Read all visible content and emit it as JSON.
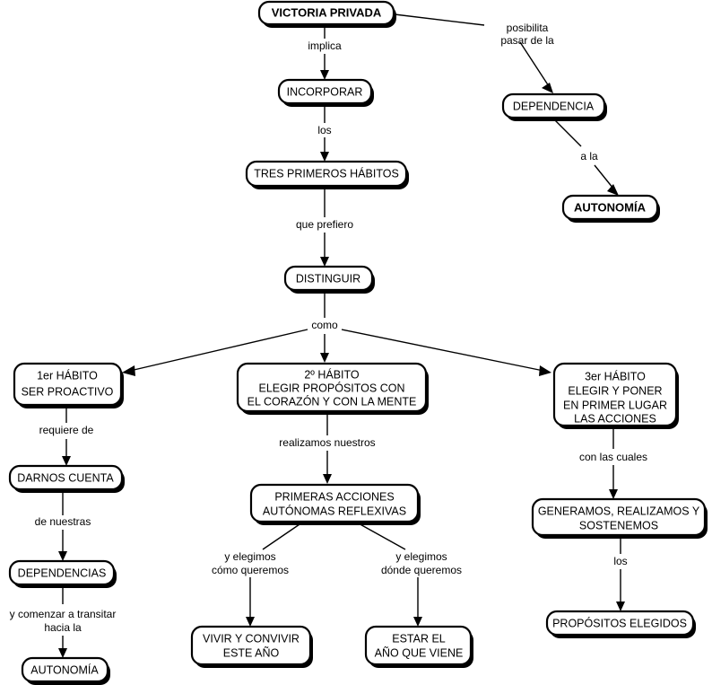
{
  "diagram": {
    "title": "VICTORIA PRIVADA",
    "type": "concept-map",
    "language": "es",
    "colors": {
      "background": "#ffffff",
      "stroke": "#000000",
      "text": "#000000",
      "box_fill": "#ffffff"
    }
  },
  "nodes": {
    "victoria_privada": {
      "label": "VICTORIA PRIVADA",
      "bold": true
    },
    "incorporar": {
      "label": "INCORPORAR",
      "bold": false
    },
    "tres_primeros_habitos": {
      "label": "TRES PRIMEROS HÁBITOS",
      "bold": false
    },
    "distinguir": {
      "label": "DISTINGUIR",
      "bold": false
    },
    "dependencia": {
      "label": "DEPENDENCIA",
      "bold": false
    },
    "autonomia_derecha": {
      "label": "AUTONOMÍA",
      "bold": true
    },
    "habito1_linea1": {
      "label": "1er HÁBITO"
    },
    "habito1_linea2": {
      "label": "SER PROACTIVO"
    },
    "habito2_linea1": {
      "label": "2º HÁBITO"
    },
    "habito2_linea2": {
      "label": "ELEGIR  PROPÓSITOS CON"
    },
    "habito2_linea3": {
      "label": "EL CORAZÓN Y CON LA MENTE"
    },
    "habito3_linea1": {
      "label": "3er HÁBITO"
    },
    "habito3_linea2": {
      "label": "ELEGIR Y PONER"
    },
    "habito3_linea3": {
      "label": "EN PRIMER LUGAR"
    },
    "habito3_linea4": {
      "label": "LAS ACCIONES"
    },
    "darnos_cuenta": {
      "label": "DARNOS CUENTA"
    },
    "dependencias": {
      "label": "DEPENDENCIAS"
    },
    "autonomia_izquierda": {
      "label": "AUTONOMÍA"
    },
    "primeras_acciones_linea1": {
      "label": "PRIMERAS ACCIONES"
    },
    "primeras_acciones_linea2": {
      "label": "AUTÓNOMAS REFLEXIVAS"
    },
    "vivir_convivir_linea1": {
      "label": "VIVIR Y CONVIVIR"
    },
    "vivir_convivir_linea2": {
      "label": "ESTE AÑO"
    },
    "estar_ano_linea1": {
      "label": "ESTAR EL"
    },
    "estar_ano_linea2": {
      "label": "AÑO QUE VIENE"
    },
    "generamos_linea1": {
      "label": "GENERAMOS, REALIZAMOS Y"
    },
    "generamos_linea2": {
      "label": "SOSTENEMOS"
    },
    "propositos_elegidos": {
      "label": "PROPÓSITOS ELEGIDOS"
    }
  },
  "links": {
    "implica": {
      "label": "implica"
    },
    "posibilita_l1": {
      "label": "posibilita"
    },
    "posibilita_l2": {
      "label": "pasar de la"
    },
    "a_la": {
      "label": "a la"
    },
    "los_top": {
      "label": "los"
    },
    "que_prefiero": {
      "label": "que prefiero"
    },
    "como": {
      "label": "como"
    },
    "requiere_de": {
      "label": "requiere de"
    },
    "de_nuestras": {
      "label": "de nuestras"
    },
    "y_comenzar_l1": {
      "label": "y comenzar a transitar"
    },
    "y_comenzar_l2": {
      "label": "hacia la"
    },
    "realizamos_nuestros": {
      "label": "realizamos nuestros"
    },
    "y_elegimos_como_l1": {
      "label": "y elegimos"
    },
    "y_elegimos_como_l2": {
      "label": "cómo queremos"
    },
    "y_elegimos_donde_l1": {
      "label": "y elegimos"
    },
    "y_elegimos_donde_l2": {
      "label": "dónde queremos"
    },
    "con_las_cuales": {
      "label": "con las cuales"
    },
    "los_bottom": {
      "label": "los"
    }
  }
}
